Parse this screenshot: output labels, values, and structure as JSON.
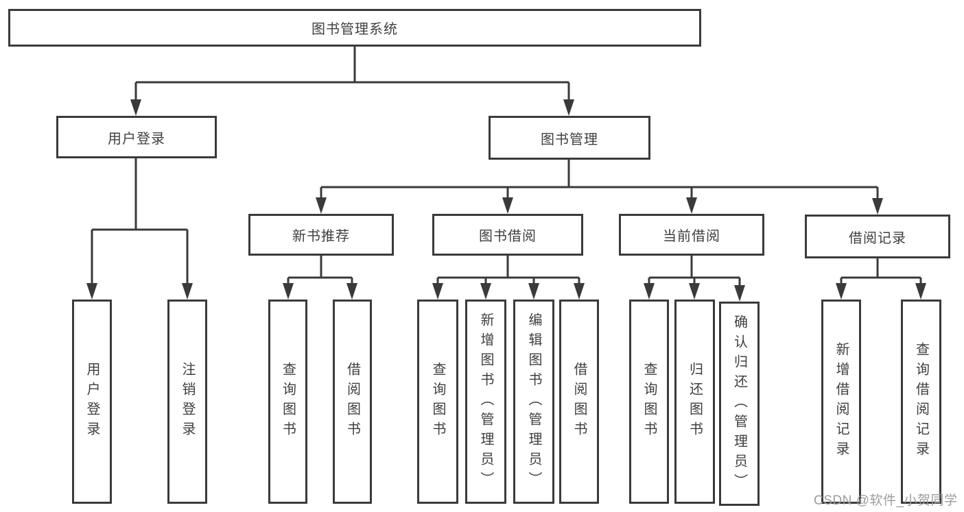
{
  "diagram": {
    "type": "tree",
    "root": {
      "label": "图书管理系统",
      "children": [
        {
          "label": "用户登录",
          "children": [
            {
              "label": "用户登录"
            },
            {
              "label": "注销登录"
            }
          ]
        },
        {
          "label": "图书管理",
          "children": [
            {
              "label": "新书推荐",
              "children": [
                {
                  "label": "查询图书"
                },
                {
                  "label": "借阅图书"
                }
              ]
            },
            {
              "label": "图书借阅",
              "children": [
                {
                  "label": "查询图书"
                },
                {
                  "label": "新增图书（管理员）"
                },
                {
                  "label": "编辑图书（管理员）"
                },
                {
                  "label": "借阅图书"
                }
              ]
            },
            {
              "label": "当前借阅",
              "children": [
                {
                  "label": "查询图书"
                },
                {
                  "label": "归还图书"
                },
                {
                  "label": "确认归还（管理员）"
                }
              ]
            },
            {
              "label": "借阅记录",
              "children": [
                {
                  "label": "新增借阅记录"
                },
                {
                  "label": "查询借阅记录"
                }
              ]
            }
          ]
        }
      ]
    }
  },
  "watermark": {
    "text": "CSDN @软件_小贺同学"
  },
  "colors": {
    "line": "#3a3a3a",
    "node_border": "#3a3a3a",
    "text": "#3f3f3f",
    "watermark": "#9c9c9c",
    "background": "#ffffff"
  }
}
